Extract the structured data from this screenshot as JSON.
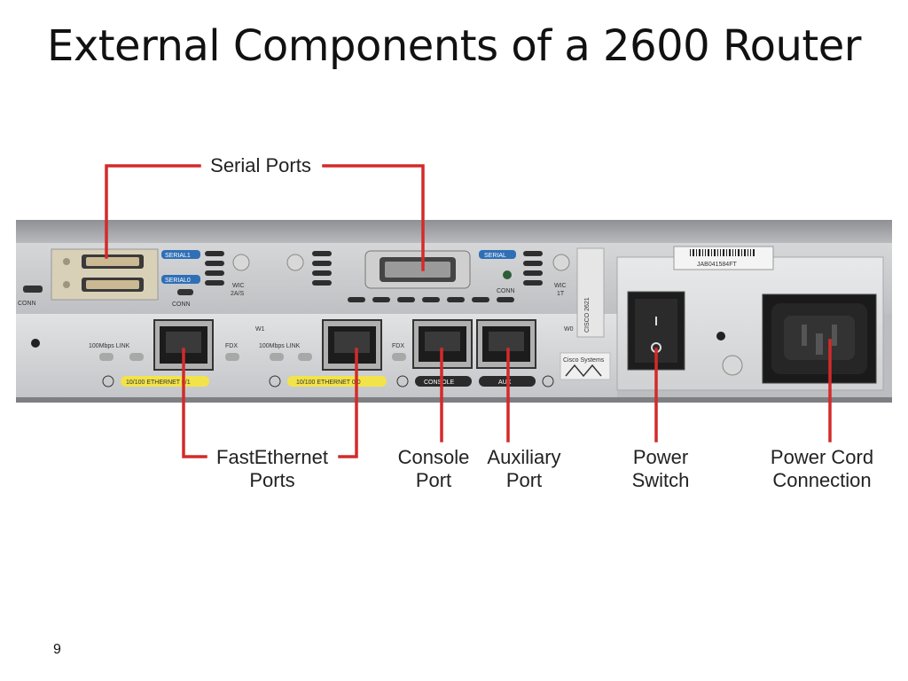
{
  "slide": {
    "title": "External Components of a 2600 Router",
    "number": "9"
  },
  "callouts": {
    "serial_ports": "Serial Ports",
    "fastethernet_line1": "FastEthernet",
    "fastethernet_line2": "Ports",
    "console_line1": "Console",
    "console_line2": "Port",
    "auxiliary_line1": "Auxiliary",
    "auxiliary_line2": "Port",
    "power_switch_line1": "Power",
    "power_switch_line2": "Switch",
    "power_cord_line1": "Power Cord",
    "power_cord_line2": "Connection"
  },
  "panel_labels": {
    "conn_left": "CONN",
    "serial1": "SERIAL1",
    "serial0": "SERIAL0",
    "conn_wic": "CONN",
    "wic_2as_line1": "WIC",
    "wic_2as_line2": "2A/S",
    "serial_right": "SERIAL",
    "conn_right": "CONN",
    "wic_1t_line1": "WIC",
    "wic_1t_line2": "1T",
    "link_led_1": "100Mbps LINK",
    "fdx_1": "FDX",
    "w1": "W1",
    "link_led_0": "100Mbps LINK",
    "fdx_0": "FDX",
    "ethernet_0_1": "10/100 ETHERNET 0/1",
    "ethernet_0_0": "10/100 ETHERNET 0/0",
    "console": "CONSOLE",
    "aux": "AUX",
    "w0": "W0",
    "model": "CISCO 2621",
    "brand": "Cisco Systems",
    "serial_number": "JAB041584FT"
  },
  "colors": {
    "leader_lines": "#d42a2a",
    "chassis": "#c9cacc",
    "ethernet_label_bg": "#f2e34a",
    "port_label_bg": "#2b2b2b",
    "serial_label_bg": "#2f6fb6"
  }
}
